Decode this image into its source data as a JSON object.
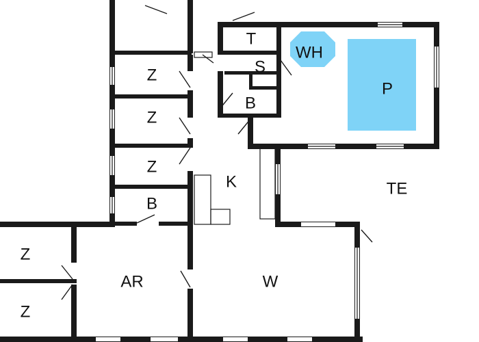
{
  "colors": {
    "wall": "#1a1a1a",
    "pool": "#7fd3f7",
    "water_heater": "#7fd3f7",
    "window": "#ffffff",
    "background": "#ffffff"
  },
  "rooms": {
    "bedroom_1": "Z",
    "bedroom_2": "Z",
    "bedroom_3": "Z",
    "bathroom_1": "B",
    "toilet": "T",
    "sauna": "S",
    "bathroom_2": "B",
    "water_heater": "WH",
    "pool": "P",
    "kitchen": "K",
    "terrace": "TE",
    "utility": "AR",
    "living": "W",
    "bedroom_4": "Z",
    "bedroom_5": "Z"
  }
}
